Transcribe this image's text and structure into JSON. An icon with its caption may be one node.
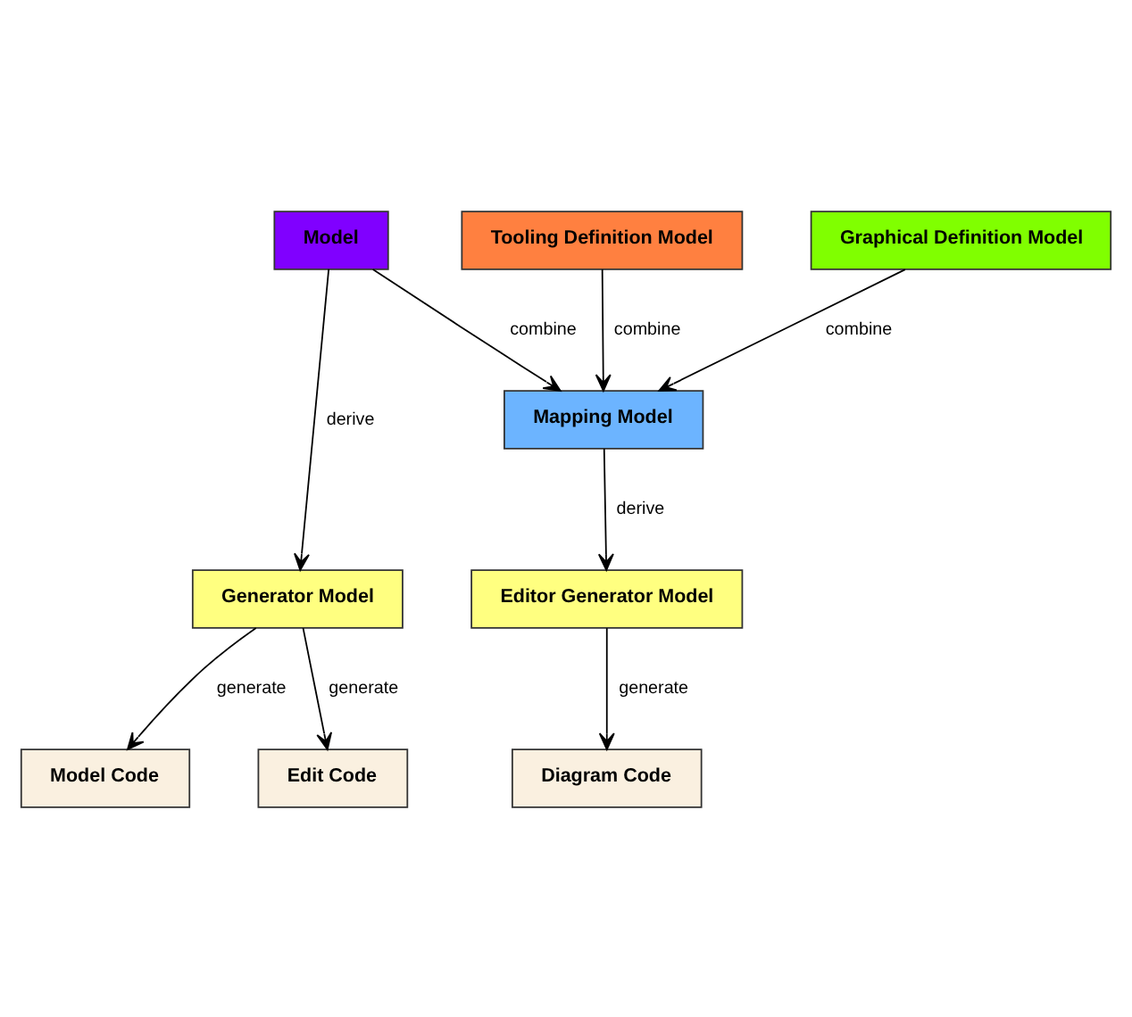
{
  "diagram": {
    "nodes": [
      {
        "text": [
          "Model"
        ]
      },
      {
        "text": [
          "Tooling Definition Model"
        ]
      },
      {
        "text": [
          "Graphical Definition Model"
        ]
      },
      {
        "text": [
          "Mapping Model"
        ]
      },
      {
        "text": [
          "Generator Model"
        ]
      },
      {
        "text": [
          "Editor Generator Model"
        ]
      },
      {
        "text": [
          "Model Code"
        ]
      },
      {
        "text": [
          "Edit Code"
        ]
      },
      {
        "text": [
          "Diagram Code"
        ]
      }
    ],
    "edges": [
      {
        "from": 0,
        "to": 3,
        "arrow": "to",
        "label": "combine"
      },
      {
        "from": 1,
        "to": 3,
        "arrow": "to",
        "label": "combine"
      },
      {
        "from": 2,
        "to": 3,
        "arrow": "to",
        "label": "combine"
      },
      {
        "from": 0,
        "to": 4,
        "arrow": "to",
        "label": "derive"
      },
      {
        "from": 3,
        "to": 5,
        "arrow": "to",
        "label": "derive"
      },
      {
        "from": 4,
        "to": 6,
        "arrow": "to",
        "label": "generate"
      },
      {
        "from": 4,
        "to": 7,
        "arrow": "to",
        "label": "generate"
      },
      {
        "from": 5,
        "to": 8,
        "arrow": "to",
        "label": "generate"
      }
    ]
  }
}
